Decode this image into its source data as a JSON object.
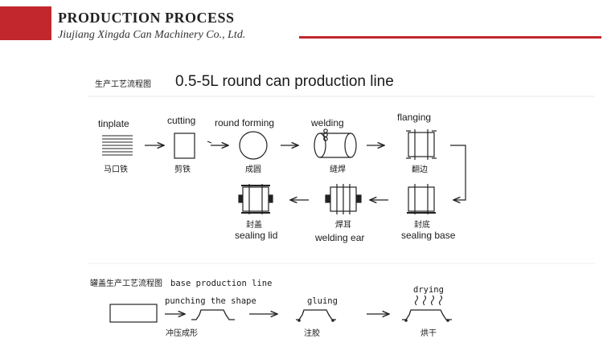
{
  "header": {
    "title": "PRODUCTION PROCESS",
    "company": "Jiujiang Xingda Can Machinery Co., Ltd.",
    "accent_color": "#c1272d"
  },
  "main_line": {
    "title_cn": "生产工艺流程图",
    "title_en": "0.5-5L round can production line",
    "steps": [
      {
        "id": "tinplate",
        "label_en": "tinplate",
        "label_cn": "马口铁",
        "icon": "stacked-sheets-icon"
      },
      {
        "id": "cutting",
        "label_en": "cutting",
        "label_cn": "剪铁",
        "icon": "cut-sheet-icon"
      },
      {
        "id": "round-forming",
        "label_en": "round forming",
        "label_cn": "成圆",
        "icon": "round-body-icon"
      },
      {
        "id": "welding",
        "label_en": "welding",
        "label_cn": "缝焊",
        "icon": "welded-cylinder-icon"
      },
      {
        "id": "flanging",
        "label_en": "flanging",
        "label_cn": "翻边",
        "icon": "flanged-can-icon"
      },
      {
        "id": "sealing-base",
        "label_en": "sealing base",
        "label_cn": "封底",
        "icon": "can-with-base-icon"
      },
      {
        "id": "welding-ear",
        "label_en": "welding ear",
        "label_cn": "焊耳",
        "icon": "can-with-ears-icon"
      },
      {
        "id": "sealing-lid",
        "label_en": "sealing lid",
        "label_cn": "封盖",
        "icon": "sealed-can-icon"
      }
    ]
  },
  "base_line": {
    "title_cn": "罐盖生产工艺流程图",
    "title_en": "base production line",
    "steps": [
      {
        "id": "blank",
        "label_en": "",
        "label_cn": "",
        "icon": "blank-sheet-icon"
      },
      {
        "id": "punching",
        "label_en": "punching the shape",
        "label_cn": "冲压成形",
        "icon": "punched-lid-icon"
      },
      {
        "id": "gluing",
        "label_en": "gluing",
        "label_cn": "注胶",
        "icon": "glued-lid-icon"
      },
      {
        "id": "drying",
        "label_en": "drying",
        "label_cn": "烘干",
        "icon": "drying-lid-icon"
      }
    ]
  }
}
